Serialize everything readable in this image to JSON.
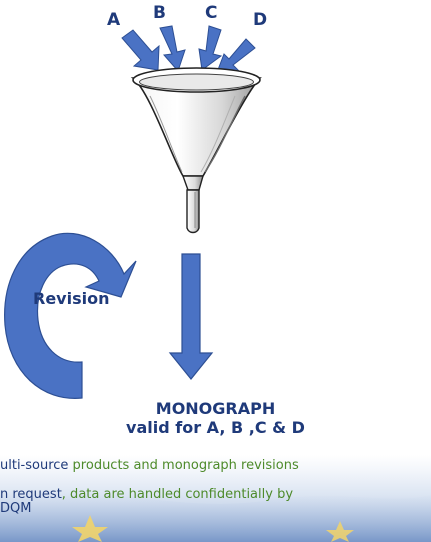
{
  "sources": [
    "A",
    "B",
    "C",
    "D"
  ],
  "revision_label": "Revision",
  "monograph": {
    "title": "MONOGRAPH",
    "subtitle": "valid for A, B ,C & D"
  },
  "notes": {
    "line1_part1": "ulti-source",
    "line1_part2": " products and monograph revisions",
    "line2_part1": "n request",
    "line2_part2": ", data are handled confidentially by",
    "line3": "DQM"
  },
  "colors": {
    "arrow": "#4a72c4",
    "arrow_stroke": "#2d4f94",
    "text_navy": "#1f3a7a",
    "text_green": "#4d8a2a"
  }
}
